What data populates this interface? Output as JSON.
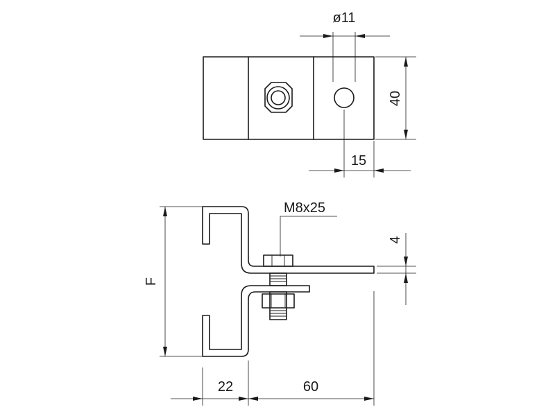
{
  "drawing": {
    "hole_diameter": "ø11",
    "width_40": "40",
    "offset_15": "15",
    "bolt_spec": "M8x25",
    "thickness_4": "4",
    "height_F": "F",
    "dim_22": "22",
    "dim_60": "60"
  }
}
